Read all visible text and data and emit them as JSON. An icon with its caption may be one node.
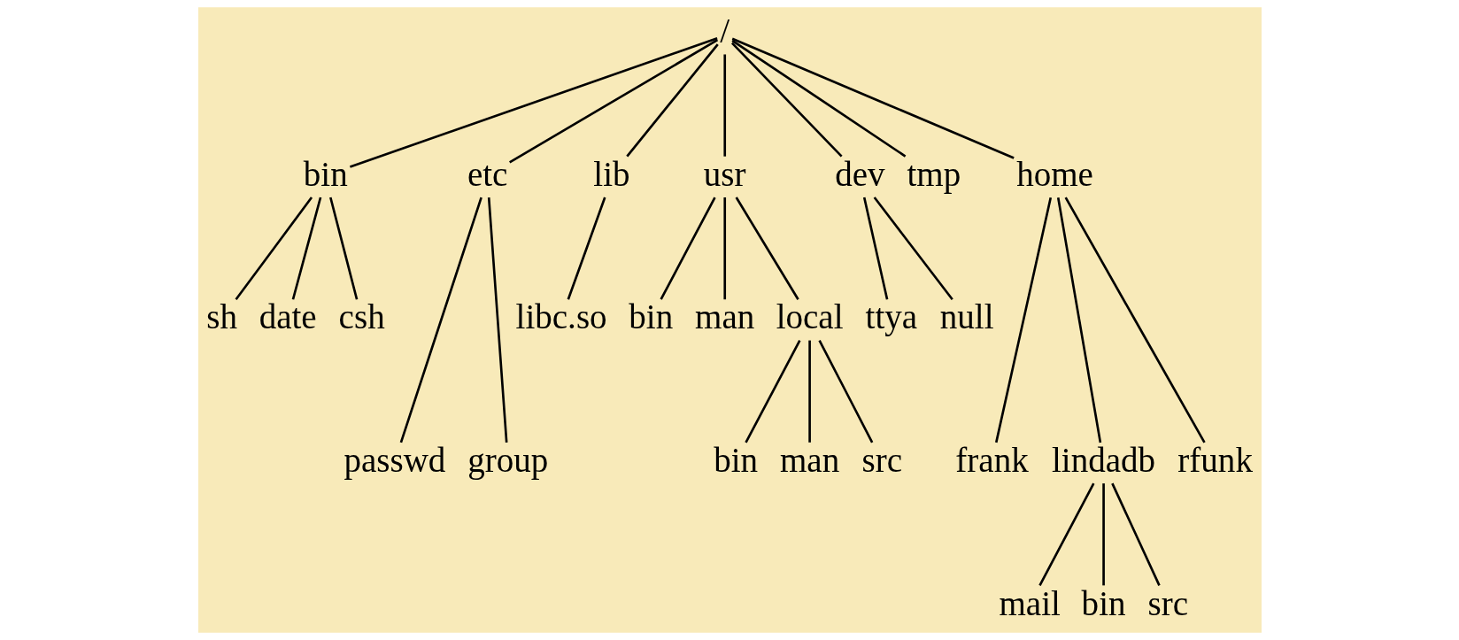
{
  "diagram": {
    "nodes": [
      {
        "text": [
          "/"
        ]
      },
      {
        "text": [
          "bin"
        ]
      },
      {
        "text": [
          "etc"
        ]
      },
      {
        "text": [
          "lib"
        ]
      },
      {
        "text": [
          "usr"
        ]
      },
      {
        "text": [
          "dev"
        ]
      },
      {
        "text": [
          "tmp"
        ]
      },
      {
        "text": [
          "home"
        ]
      },
      {
        "text": [
          "sh"
        ]
      },
      {
        "text": [
          "date"
        ]
      },
      {
        "text": [
          "csh"
        ]
      },
      {
        "text": [
          "libc.so"
        ]
      },
      {
        "text": [
          "bin"
        ]
      },
      {
        "text": [
          "man"
        ]
      },
      {
        "text": [
          "local"
        ]
      },
      {
        "text": [
          "ttya"
        ]
      },
      {
        "text": [
          "null"
        ]
      },
      {
        "text": [
          "passwd"
        ]
      },
      {
        "text": [
          "group"
        ]
      },
      {
        "text": [
          "bin"
        ]
      },
      {
        "text": [
          "man"
        ]
      },
      {
        "text": [
          "src"
        ]
      },
      {
        "text": [
          "frank"
        ]
      },
      {
        "text": [
          "lindadb"
        ]
      },
      {
        "text": [
          "rfunk"
        ]
      },
      {
        "text": [
          "mail"
        ]
      },
      {
        "text": [
          "bin"
        ]
      },
      {
        "text": [
          "src"
        ]
      }
    ],
    "edges": [
      {
        "from": 0,
        "to": 1,
        "arrow": "none"
      },
      {
        "from": 0,
        "to": 2,
        "arrow": "none"
      },
      {
        "from": 0,
        "to": 3,
        "arrow": "none"
      },
      {
        "from": 0,
        "to": 4,
        "arrow": "none"
      },
      {
        "from": 0,
        "to": 5,
        "arrow": "none"
      },
      {
        "from": 0,
        "to": 6,
        "arrow": "none"
      },
      {
        "from": 0,
        "to": 7,
        "arrow": "none"
      },
      {
        "from": 1,
        "to": 8,
        "arrow": "none"
      },
      {
        "from": 1,
        "to": 9,
        "arrow": "none"
      },
      {
        "from": 1,
        "to": 10,
        "arrow": "none"
      },
      {
        "from": 2,
        "to": 17,
        "arrow": "none"
      },
      {
        "from": 2,
        "to": 18,
        "arrow": "none"
      },
      {
        "from": 3,
        "to": 11,
        "arrow": "none"
      },
      {
        "from": 4,
        "to": 12,
        "arrow": "none"
      },
      {
        "from": 4,
        "to": 13,
        "arrow": "none"
      },
      {
        "from": 4,
        "to": 14,
        "arrow": "none"
      },
      {
        "from": 5,
        "to": 15,
        "arrow": "none"
      },
      {
        "from": 5,
        "to": 16,
        "arrow": "none"
      },
      {
        "from": 7,
        "to": 22,
        "arrow": "none"
      },
      {
        "from": 7,
        "to": 23,
        "arrow": "none"
      },
      {
        "from": 7,
        "to": 24,
        "arrow": "none"
      },
      {
        "from": 14,
        "to": 19,
        "arrow": "none"
      },
      {
        "from": 14,
        "to": 20,
        "arrow": "none"
      },
      {
        "from": 14,
        "to": 21,
        "arrow": "none"
      },
      {
        "from": 23,
        "to": 25,
        "arrow": "none"
      },
      {
        "from": 23,
        "to": 26,
        "arrow": "none"
      },
      {
        "from": 23,
        "to": 27,
        "arrow": "none"
      }
    ]
  }
}
